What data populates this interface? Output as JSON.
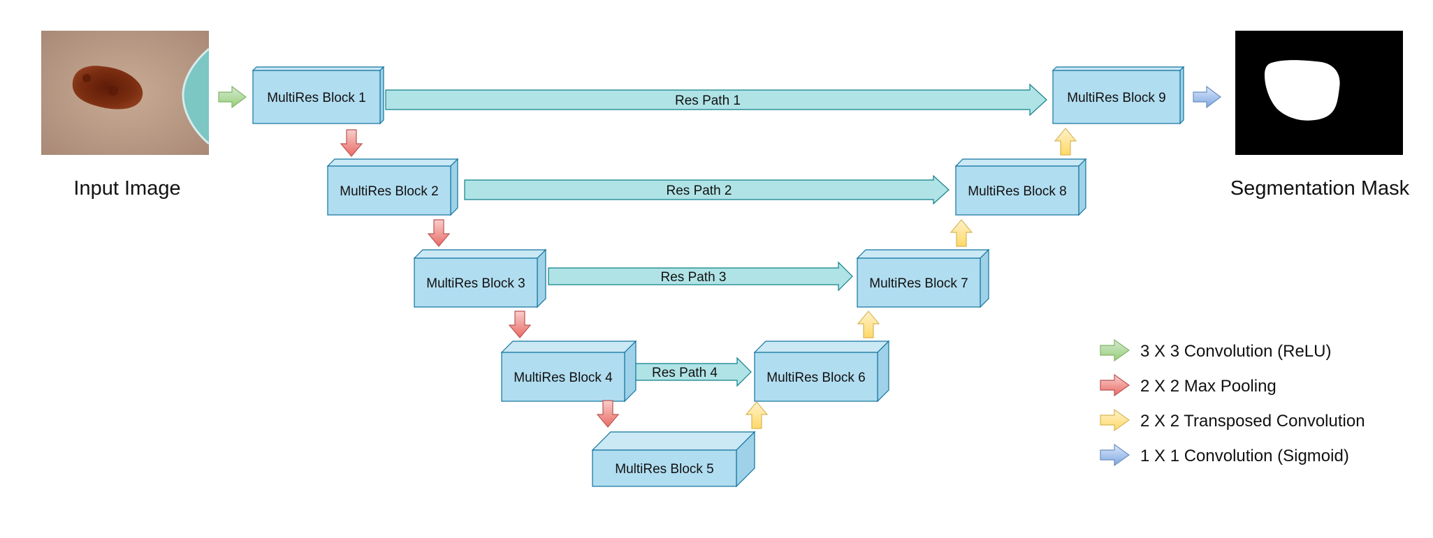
{
  "input_caption": "Input Image",
  "output_caption": "Segmentation Mask",
  "blocks": [
    {
      "id": "b1",
      "label": "MultiRes Block 1"
    },
    {
      "id": "b2",
      "label": "MultiRes Block 2"
    },
    {
      "id": "b3",
      "label": "MultiRes Block 3"
    },
    {
      "id": "b4",
      "label": "MultiRes Block 4"
    },
    {
      "id": "b5",
      "label": "MultiRes Block 5"
    },
    {
      "id": "b6",
      "label": "MultiRes Block 6"
    },
    {
      "id": "b7",
      "label": "MultiRes Block 7"
    },
    {
      "id": "b8",
      "label": "MultiRes Block 8"
    },
    {
      "id": "b9",
      "label": "MultiRes Block 9"
    }
  ],
  "res_paths": [
    {
      "label": "Res Path 1",
      "from": "MultiRes Block 1",
      "to": "MultiRes Block 9"
    },
    {
      "label": "Res Path 2",
      "from": "MultiRes Block 2",
      "to": "MultiRes Block 8"
    },
    {
      "label": "Res Path 3",
      "from": "MultiRes Block 3",
      "to": "MultiRes Block 7"
    },
    {
      "label": "Res Path 4",
      "from": "MultiRes Block 4",
      "to": "MultiRes Block 6"
    }
  ],
  "legend": [
    {
      "label": "3 X 3 Convolution (ReLU)",
      "color": "#a8d18d"
    },
    {
      "label": "2 X 2 Max Pooling",
      "color": "#ea6b66"
    },
    {
      "label": "2 X 2 Transposed Convolution",
      "color": "#ffd966"
    },
    {
      "label": "1 X 1 Convolution (Sigmoid)",
      "color": "#9dc3e6"
    }
  ],
  "colors": {
    "block_fill": "#b1ddf0",
    "block_stroke": "#10739e",
    "res_path_fill": "#b0e3e6",
    "res_path_stroke": "#0e8088"
  }
}
